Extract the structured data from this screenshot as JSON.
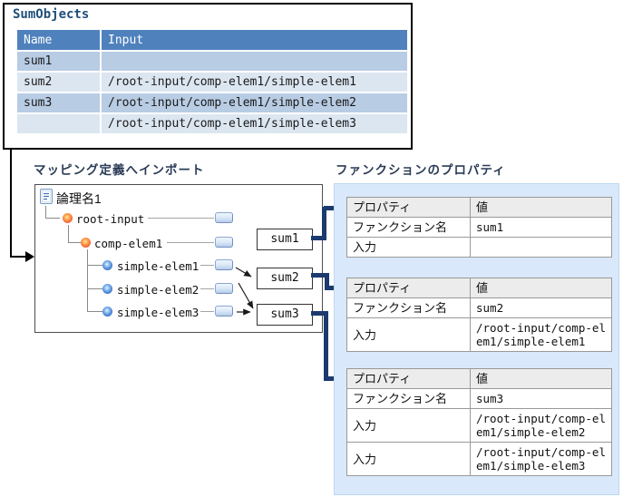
{
  "sum_objects": {
    "title": "SumObjects",
    "columns": [
      "Name",
      "Input"
    ],
    "rows": [
      {
        "name": "sum1",
        "input": ""
      },
      {
        "name": "sum2",
        "input": "/root-input/comp-elem1/simple-elem1"
      },
      {
        "name": "sum3",
        "input": "/root-input/comp-elem1/simple-elem2"
      },
      {
        "name": "",
        "input": "/root-input/comp-elem1/simple-elem3"
      }
    ]
  },
  "mapping": {
    "label": "マッピング定義へインポート",
    "root_node": "論理名1",
    "tree": [
      "root-input",
      "comp-elem1",
      "simple-elem1",
      "simple-elem2",
      "simple-elem3"
    ],
    "function_boxes": [
      "sum1",
      "sum2",
      "sum3"
    ]
  },
  "properties_panel": {
    "label": "ファンクションのプロパティ",
    "tables": [
      {
        "rows": [
          [
            "プロパティ",
            "値"
          ],
          [
            "ファンクション名",
            "sum1"
          ],
          [
            "入力",
            ""
          ]
        ]
      },
      {
        "rows": [
          [
            "プロパティ",
            "値"
          ],
          [
            "ファンクション名",
            "sum2"
          ],
          [
            "入力",
            "/root-input/comp-elem1/simple-elem1"
          ]
        ]
      },
      {
        "rows": [
          [
            "プロパティ",
            "値"
          ],
          [
            "ファンクション名",
            "sum3"
          ],
          [
            "入力",
            "/root-input/comp-elem1/simple-elem2"
          ],
          [
            "入力",
            "/root-input/comp-elem1/simple-elem3"
          ]
        ]
      }
    ]
  },
  "colors": {
    "table_header_blue": "#4f81bd",
    "row_blue_dark": "#b8cce4",
    "row_blue_light": "#dce6f1",
    "connector_navy": "#1b3a6e",
    "panel_blue": "#d9e9fb",
    "title_navy": "#1f4e79"
  }
}
